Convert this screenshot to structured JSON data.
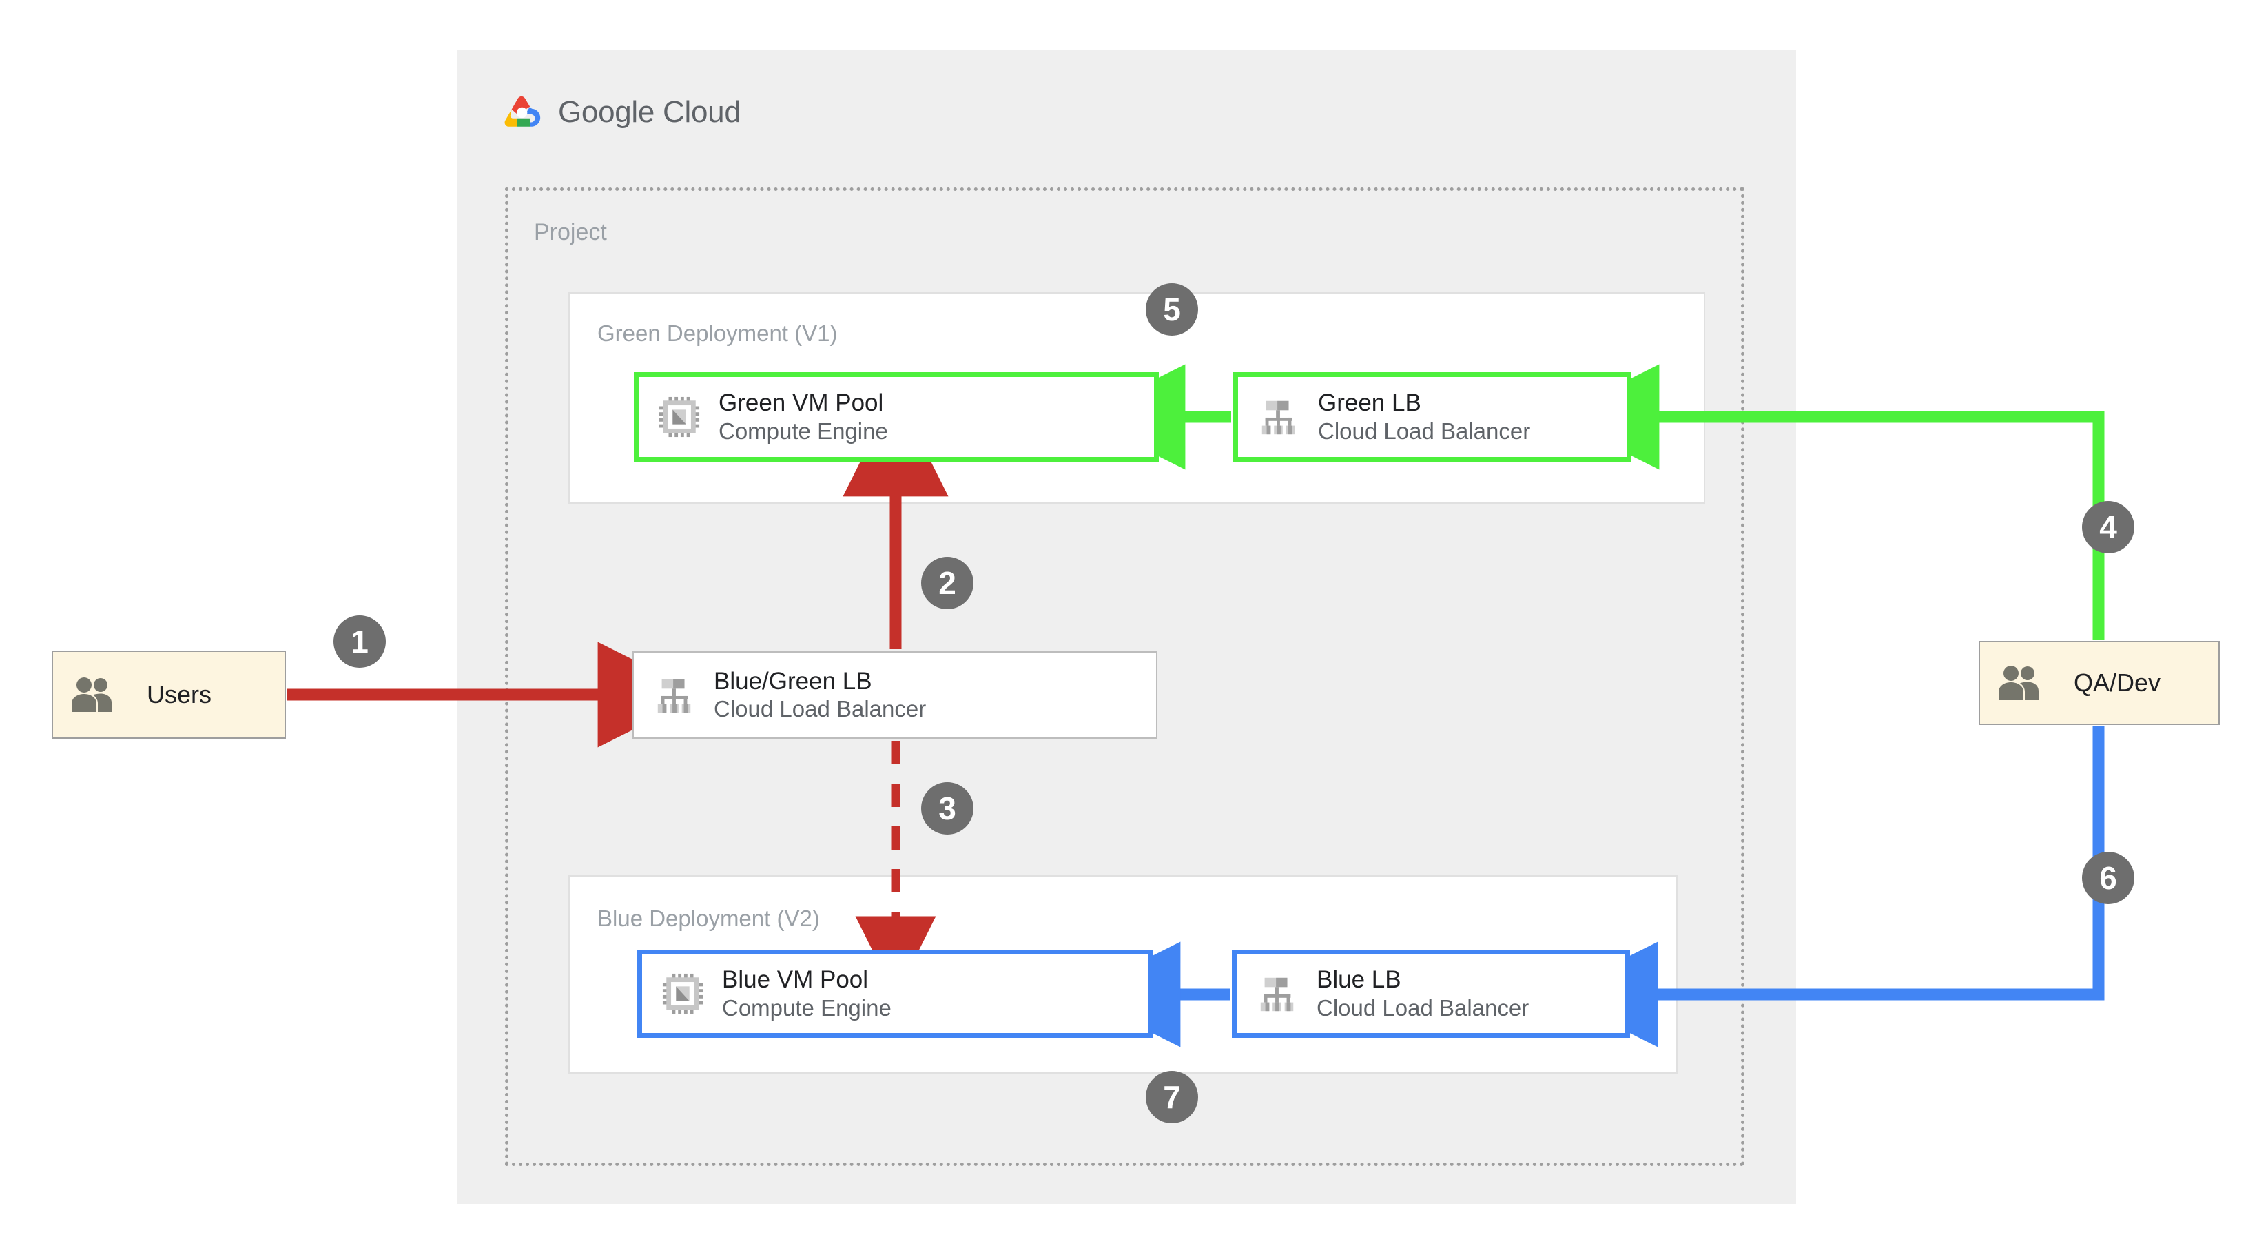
{
  "brand": {
    "logo_icon": "google-cloud-logo-icon",
    "name_bold": "Google",
    "name_light": "Cloud"
  },
  "project": {
    "label": "Project"
  },
  "deployments": [
    {
      "id": "green",
      "label": "Green Deployment (V1)",
      "accent": "#4DF03C",
      "nodes": [
        {
          "id": "green-vm",
          "title": "Green VM Pool",
          "subtitle": "Compute Engine",
          "icon": "compute-engine-icon"
        },
        {
          "id": "green-lb",
          "title": "Green LB",
          "subtitle": "Cloud Load Balancer",
          "icon": "cloud-load-balancer-icon"
        }
      ]
    },
    {
      "id": "blue",
      "label": "Blue Deployment (V2)",
      "accent": "#4285F4",
      "nodes": [
        {
          "id": "blue-vm",
          "title": "Blue VM Pool",
          "subtitle": "Compute Engine",
          "icon": "compute-engine-icon"
        },
        {
          "id": "blue-lb",
          "title": "Blue LB",
          "subtitle": "Cloud Load Balancer",
          "icon": "cloud-load-balancer-icon"
        }
      ]
    }
  ],
  "router": {
    "id": "bg-lb",
    "title": "Blue/Green LB",
    "subtitle": "Cloud Load Balancer",
    "icon": "cloud-load-balancer-icon"
  },
  "actors": [
    {
      "id": "users",
      "label": "Users",
      "icon": "people-icon",
      "fill": "#fdf5e0"
    },
    {
      "id": "qadev",
      "label": "QA/Dev",
      "icon": "people-icon",
      "fill": "#fdf5e0"
    }
  ],
  "steps": [
    {
      "number": "1",
      "flow": "users-to-blue-green-lb",
      "color": "#C5302A"
    },
    {
      "number": "2",
      "flow": "blue-green-lb-to-green-vm",
      "color": "#C5302A"
    },
    {
      "number": "3",
      "flow": "blue-green-lb-to-blue-vm",
      "color": "#C5302A"
    },
    {
      "number": "4",
      "flow": "qa-dev-to-green-lb",
      "color": "#4DF03C"
    },
    {
      "number": "5",
      "flow": "green-lb-to-green-vm",
      "color": "#4DF03C"
    },
    {
      "number": "6",
      "flow": "qa-dev-to-blue-lb",
      "color": "#4285F4"
    },
    {
      "number": "7",
      "flow": "blue-lb-to-blue-vm",
      "color": "#4285F4"
    }
  ],
  "colors": {
    "red_arrow": "#C5302A",
    "green_accent": "#4DF03C",
    "blue_accent": "#4285F4",
    "badge_gray": "#6e6e6e",
    "panel_gray": "#efefef",
    "actor_cream": "#fdf5e0"
  }
}
